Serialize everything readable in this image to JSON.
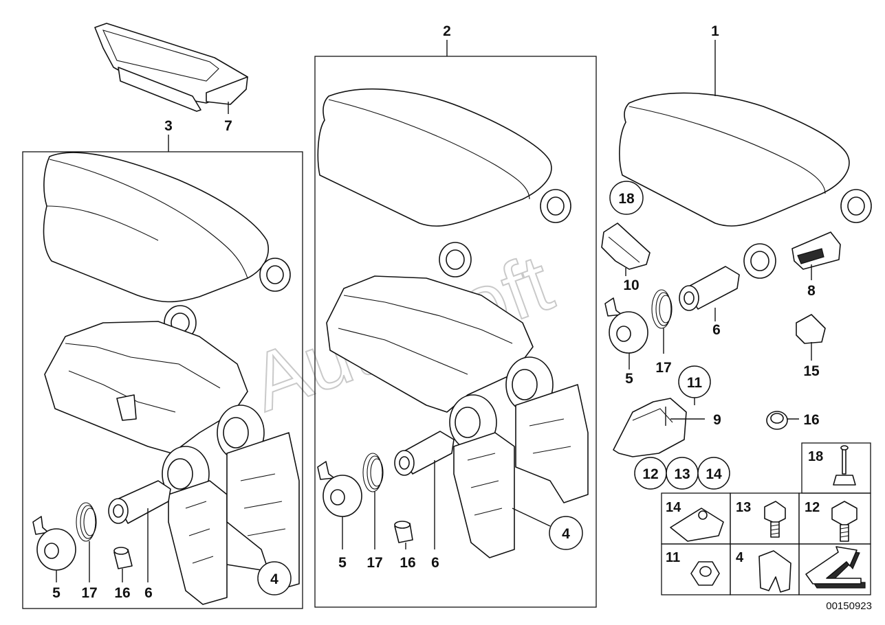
{
  "labels": {
    "group_1": "1",
    "group_2": "2",
    "group_3": "3",
    "p7": "7",
    "p18_circle": "18",
    "p10": "10",
    "p8": "8",
    "p6_right": "6",
    "p5_right": "5",
    "p17_right": "17",
    "p15": "15",
    "p11_circle": "11",
    "p9": "9",
    "p16_right": "16",
    "p12_circle": "12",
    "p13_circle": "13",
    "p14_circle": "14",
    "p5_mid": "5",
    "p17_mid": "17",
    "p16_mid": "16",
    "p6_mid": "6",
    "p4_mid": "4",
    "p5_left": "5",
    "p17_left": "17",
    "p16_left": "16",
    "p6_left": "6",
    "p4_left": "4",
    "grid_18": "18",
    "grid_14": "14",
    "grid_13": "13",
    "grid_12": "12",
    "grid_11": "11",
    "grid_4": "4"
  },
  "watermark": "AutoSoft",
  "doc_number": "00150923",
  "colors": {
    "ink": "#111111",
    "watermark": "#c9c9c9",
    "background": "#ffffff"
  }
}
